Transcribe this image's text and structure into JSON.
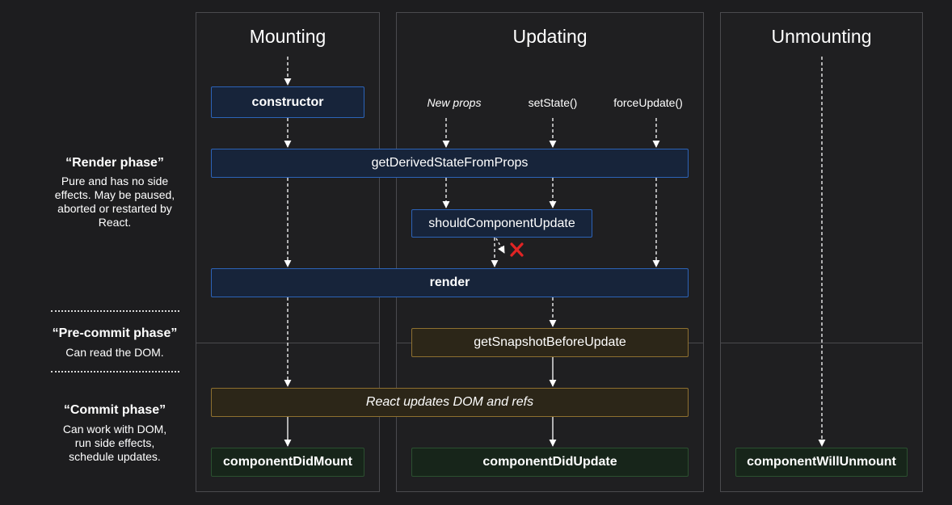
{
  "columns": {
    "mounting": "Mounting",
    "updating": "Updating",
    "unmounting": "Unmounting"
  },
  "phases": {
    "render": {
      "title": "“Render phase”",
      "description": "Pure and has no side effects. May be paused, aborted or restarted by React."
    },
    "precommit": {
      "title": "“Pre-commit phase”",
      "description": "Can read the DOM."
    },
    "commit": {
      "title": "“Commit phase”",
      "description": "Can work with DOM, run side effects, schedule updates."
    }
  },
  "triggers": {
    "new_props": "New props",
    "set_state": "setState()",
    "force_update": "forceUpdate()"
  },
  "methods": {
    "constructor": "constructor",
    "get_derived_state": "getDerivedStateFromProps",
    "should_update": "shouldComponentUpdate",
    "render": "render",
    "get_snapshot": "getSnapshotBeforeUpdate",
    "react_updates": "React updates DOM and refs",
    "did_mount": "componentDidMount",
    "did_update": "componentDidUpdate",
    "will_unmount": "componentWillUnmount"
  },
  "colors": {
    "background": "#1d1d1f",
    "column_border": "#4a4a4e",
    "render_box_border": "#2c63b8",
    "precommit_box_border": "#8e7030",
    "commit_box_border": "#2b5030",
    "cancel_mark": "#e02424"
  },
  "icons": {
    "cancel": "x-mark-icon"
  }
}
